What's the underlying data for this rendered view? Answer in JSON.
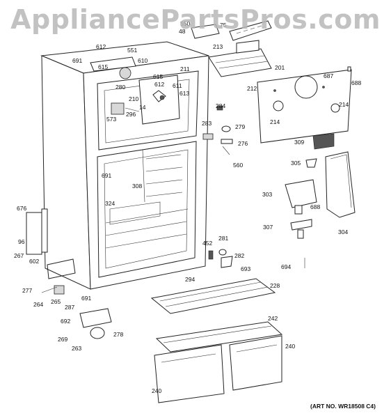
{
  "watermark": "AppliancePartsPros.com",
  "art_number": "(ART NO. WR18508 C4)",
  "colors": {
    "watermark": "#b8b8b8",
    "line": "#222222",
    "background": "#ffffff"
  },
  "part_labels": [
    "550",
    "48",
    "75",
    "213",
    "612",
    "551",
    "691",
    "610",
    "615",
    "615",
    "280",
    "211",
    "612",
    "611",
    "613",
    "210",
    "14",
    "296",
    "573",
    "201",
    "687",
    "688",
    "212",
    "214",
    "214",
    "284",
    "283",
    "279",
    "276",
    "560",
    "309",
    "305",
    "691",
    "308",
    "324",
    "303",
    "688",
    "304",
    "307",
    "676",
    "96",
    "267",
    "602",
    "277",
    "264",
    "265",
    "281",
    "452",
    "282",
    "693",
    "694",
    "294",
    "228",
    "691",
    "287",
    "692",
    "278",
    "242",
    "269",
    "263",
    "240",
    "240"
  ]
}
